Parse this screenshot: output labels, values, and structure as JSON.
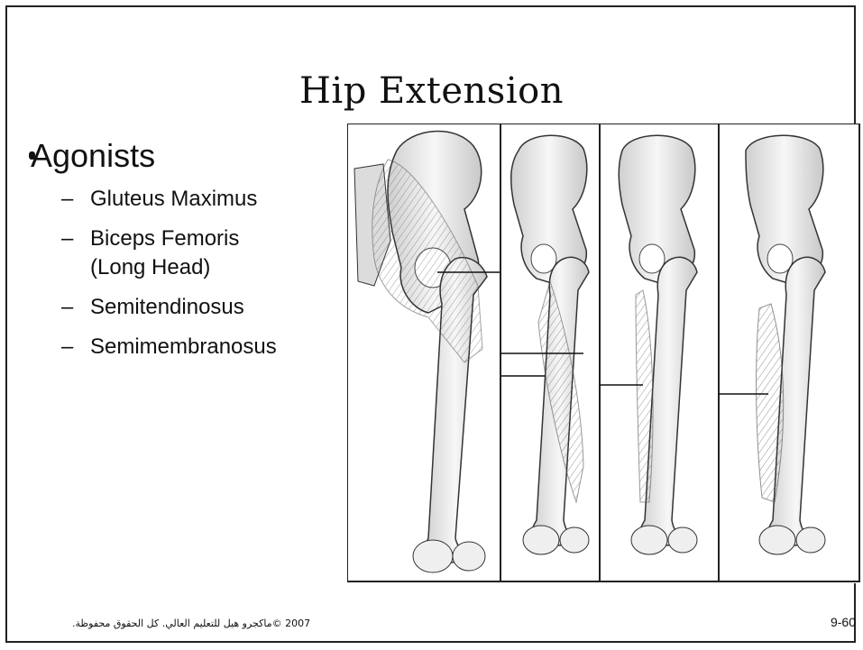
{
  "slide": {
    "title": "Hip Extension",
    "bullet_main": "Agonists",
    "sub_items": [
      "Gluteus Maximus",
      "Biceps Femoris",
      "(Long Head)",
      "Semitendinosus",
      "Semimembranosus"
    ],
    "dash": "–",
    "footer_copyright": "2007 ©ماكجرو هيل للتعليم العالي. كل الحقوق محفوظة.",
    "page_number": "9-60"
  },
  "figure": {
    "panel_count": 4,
    "icon": "anatomy-illustration-icon"
  },
  "colors": {
    "text": "#111111",
    "frame": "#222222",
    "bone_fill": "#f2f2f2",
    "muscle_shade": "#9a9a9a"
  }
}
